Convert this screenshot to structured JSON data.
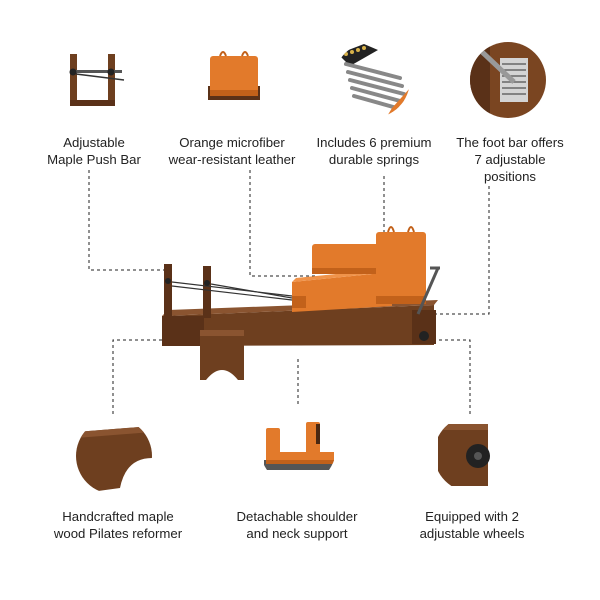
{
  "features": {
    "push_bar": {
      "lines": [
        "Adjustable",
        "Maple Push Bar"
      ],
      "icon": "push-bar-icon"
    },
    "leather": {
      "lines": [
        "Orange microfiber",
        "wear-resistant leather"
      ],
      "icon": "leather-pad-icon"
    },
    "springs": {
      "lines": [
        "Includes 6 premium",
        "durable springs"
      ],
      "icon": "springs-icon"
    },
    "foot_bar": {
      "lines": [
        "The foot bar offers",
        "7 adjustable",
        "positions"
      ],
      "icon": "foot-bar-icon"
    },
    "frame": {
      "lines": [
        "Handcrafted maple",
        "wood Pilates reformer"
      ],
      "icon": "wood-frame-icon"
    },
    "shoulder": {
      "lines": [
        "Detachable shoulder",
        "and neck support"
      ],
      "icon": "shoulder-rest-icon"
    },
    "wheels": {
      "lines": [
        "Equipped with 2",
        "adjustable wheels"
      ],
      "icon": "wheel-icon"
    }
  },
  "colors": {
    "wood": "#6e3f1f",
    "wood_dark": "#4a2812",
    "wood_light": "#8a5430",
    "leather": "#e27a2b",
    "leather_dark": "#c2611a",
    "metal": "#8a8a8a",
    "leader": "#222222"
  }
}
